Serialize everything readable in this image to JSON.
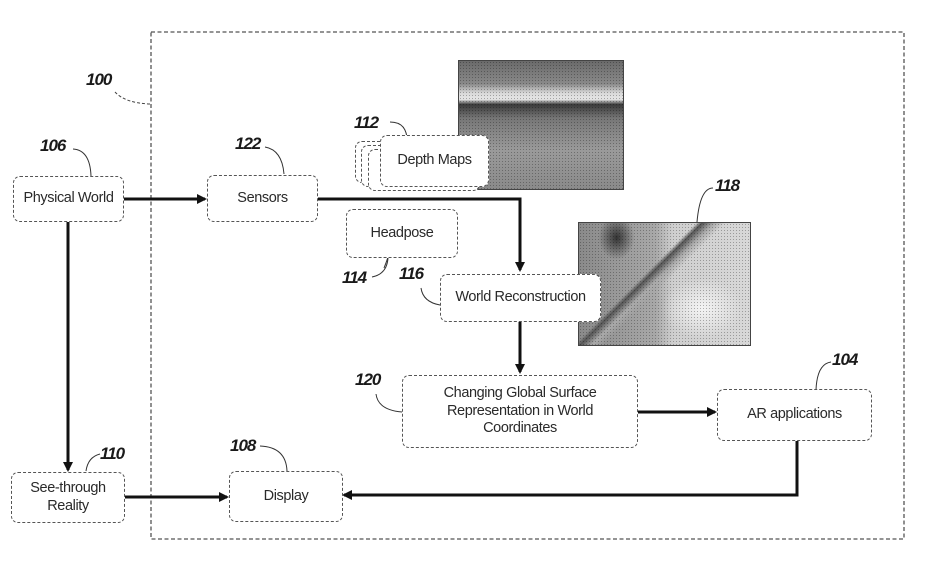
{
  "figure": {
    "system_ref": "100",
    "nodes": {
      "physical_world": {
        "label": "Physical World",
        "ref": "106"
      },
      "sensors": {
        "label": "Sensors",
        "ref": "122"
      },
      "depth_maps": {
        "label": "Depth Maps",
        "ref": "112"
      },
      "headpose": {
        "label": "Headpose",
        "ref": "114"
      },
      "world_reconstruction": {
        "label": "World Reconstruction",
        "ref": "116"
      },
      "reconstruction_image": {
        "ref": "118"
      },
      "surface_representation": {
        "label_lines": [
          "Changing Global Surface",
          "Representation in World",
          "Coordinates"
        ],
        "ref": "120"
      },
      "ar_applications": {
        "label": "AR applications",
        "ref": "104"
      },
      "see_through_reality": {
        "label_lines": [
          "See-through",
          "Reality"
        ],
        "ref": "110"
      },
      "display": {
        "label": "Display",
        "ref": "108"
      }
    },
    "edges": [
      {
        "from": "Physical World",
        "to": "Sensors"
      },
      {
        "from": "Sensors",
        "to": "World Reconstruction"
      },
      {
        "from": "World Reconstruction",
        "to": "Changing Global Surface Representation in World Coordinates"
      },
      {
        "from": "Changing Global Surface Representation in World Coordinates",
        "to": "AR applications"
      },
      {
        "from": "AR applications",
        "to": "Display"
      },
      {
        "from": "Physical World",
        "to": "See-through Reality"
      },
      {
        "from": "See-through Reality",
        "to": "Display"
      }
    ]
  }
}
